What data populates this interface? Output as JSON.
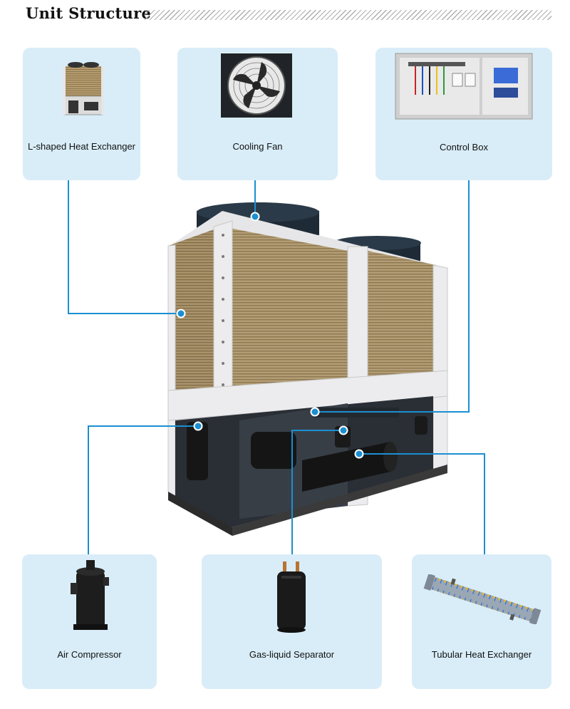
{
  "header": {
    "title": "Unit Structure"
  },
  "components": {
    "heat_exchanger": "L-shaped Heat Exchanger",
    "cooling_fan": "Cooling Fan",
    "control_box": "Control Box",
    "air_compressor": "Air Compressor",
    "gas_liquid_separator": "Gas-liquid Separator",
    "tubular_heat_exchanger": "Tubular Heat Exchanger"
  },
  "colors": {
    "accent": "#1b8fd2",
    "card": "#d9edf8"
  }
}
